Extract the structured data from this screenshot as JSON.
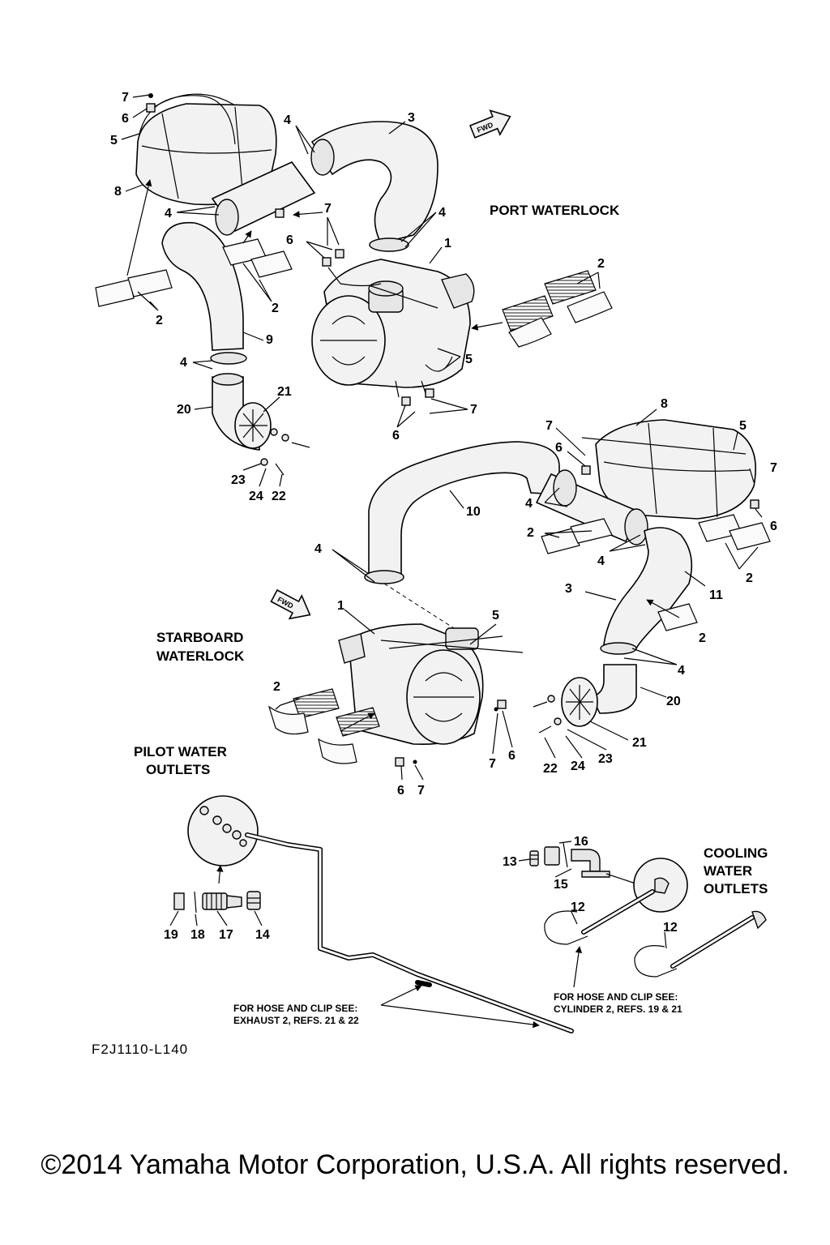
{
  "sections": {
    "port_waterlock": "PORT WATERLOCK",
    "starboard_waterlock_line1": "STARBOARD",
    "starboard_waterlock_line2": "WATERLOCK",
    "pilot_water_outlets_line1": "PILOT WATER",
    "pilot_water_outlets_line2": "OUTLETS",
    "cooling_water_outlets_line1": "COOLING",
    "cooling_water_outlets_line2": "WATER",
    "cooling_water_outlets_line3": "OUTLETS"
  },
  "forward_badge": "FWD",
  "notes": {
    "exhaust_line1": "FOR HOSE AND CLIP SEE:",
    "exhaust_line2": "EXHAUST 2, REFS. 21 & 22",
    "cylinder_line1": "FOR HOSE AND CLIP SEE:",
    "cylinder_line2": "CYLINDER 2, REFS. 19 & 21"
  },
  "drawing_code": "F2J1110-L140",
  "copyright": "©2014 Yamaha Motor Corporation, U.S.A. All rights reserved.",
  "callouts": [
    {
      "id": "c-7a",
      "text": "7"
    },
    {
      "id": "c-6a",
      "text": "6"
    },
    {
      "id": "c-5a",
      "text": "5"
    },
    {
      "id": "c-8a",
      "text": "8"
    },
    {
      "id": "c-4a",
      "text": "4"
    },
    {
      "id": "c-3a",
      "text": "3"
    },
    {
      "id": "c-4b",
      "text": "4"
    },
    {
      "id": "c-7b",
      "text": "7"
    },
    {
      "id": "c-4c",
      "text": "4"
    },
    {
      "id": "c-6b",
      "text": "6"
    },
    {
      "id": "c-1a",
      "text": "1"
    },
    {
      "id": "c-2a",
      "text": "2"
    },
    {
      "id": "c-2b",
      "text": "2"
    },
    {
      "id": "c-2c",
      "text": "2"
    },
    {
      "id": "c-9",
      "text": "9"
    },
    {
      "id": "c-5b",
      "text": "5"
    },
    {
      "id": "c-4d",
      "text": "4"
    },
    {
      "id": "c-21a",
      "text": "21"
    },
    {
      "id": "c-20a",
      "text": "20"
    },
    {
      "id": "c-7c",
      "text": "7"
    },
    {
      "id": "c-6c",
      "text": "6"
    },
    {
      "id": "c-23a",
      "text": "23"
    },
    {
      "id": "c-24a",
      "text": "24"
    },
    {
      "id": "c-22a",
      "text": "22"
    },
    {
      "id": "c-8b",
      "text": "8"
    },
    {
      "id": "c-5c",
      "text": "5"
    },
    {
      "id": "c-7d",
      "text": "7"
    },
    {
      "id": "c-6d",
      "text": "6"
    },
    {
      "id": "c-7e",
      "text": "7"
    },
    {
      "id": "c-4e",
      "text": "4"
    },
    {
      "id": "c-10",
      "text": "10"
    },
    {
      "id": "c-6e",
      "text": "6"
    },
    {
      "id": "c-2d",
      "text": "2"
    },
    {
      "id": "c-4f",
      "text": "4"
    },
    {
      "id": "c-2e",
      "text": "2"
    },
    {
      "id": "c-4g",
      "text": "4"
    },
    {
      "id": "c-3b",
      "text": "3"
    },
    {
      "id": "c-11",
      "text": "11"
    },
    {
      "id": "c-1b",
      "text": "1"
    },
    {
      "id": "c-5d",
      "text": "5"
    },
    {
      "id": "c-2f",
      "text": "2"
    },
    {
      "id": "c-4h",
      "text": "4"
    },
    {
      "id": "c-20b",
      "text": "20"
    },
    {
      "id": "c-2g",
      "text": "2"
    },
    {
      "id": "c-7f",
      "text": "7"
    },
    {
      "id": "c-6f",
      "text": "6"
    },
    {
      "id": "c-21b",
      "text": "21"
    },
    {
      "id": "c-23b",
      "text": "23"
    },
    {
      "id": "c-22b",
      "text": "22"
    },
    {
      "id": "c-24b",
      "text": "24"
    },
    {
      "id": "c-6g",
      "text": "6"
    },
    {
      "id": "c-7g",
      "text": "7"
    },
    {
      "id": "c-16",
      "text": "16"
    },
    {
      "id": "c-13",
      "text": "13"
    },
    {
      "id": "c-15",
      "text": "15"
    },
    {
      "id": "c-12a",
      "text": "12"
    },
    {
      "id": "c-12b",
      "text": "12"
    },
    {
      "id": "c-19",
      "text": "19"
    },
    {
      "id": "c-18",
      "text": "18"
    },
    {
      "id": "c-17",
      "text": "17"
    },
    {
      "id": "c-14",
      "text": "14"
    }
  ]
}
